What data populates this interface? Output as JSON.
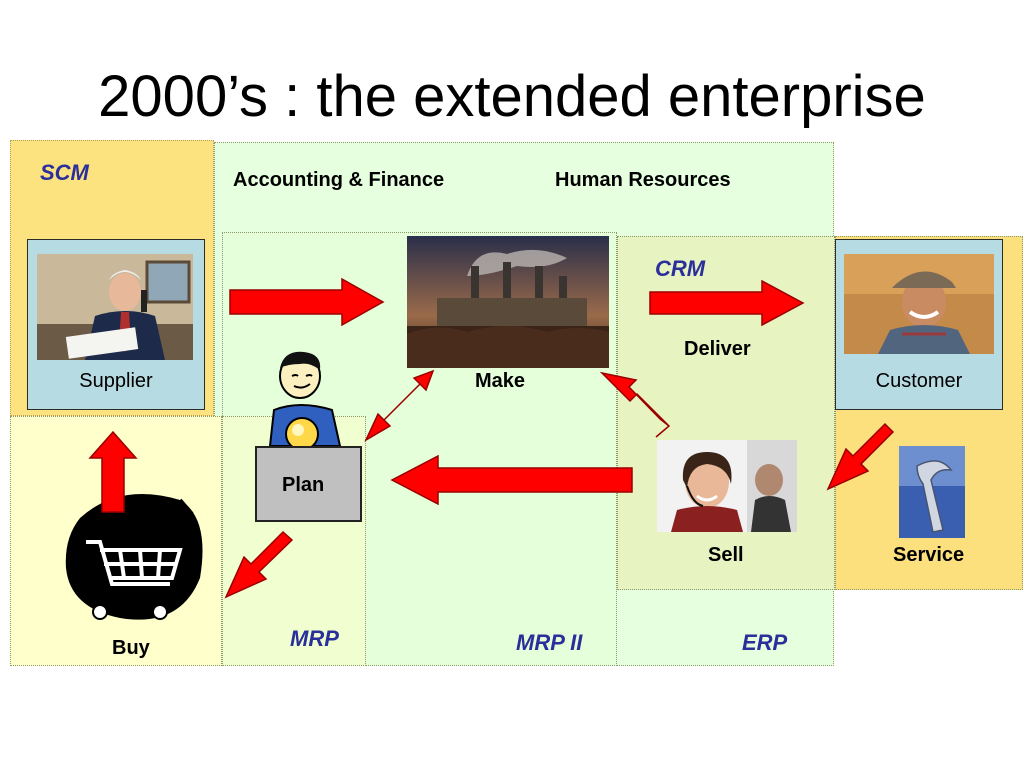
{
  "slide": {
    "title": "2000’s : the extended enterprise"
  },
  "regions": {
    "scm": "SCM",
    "crm": "CRM",
    "mrp": "MRP",
    "mrp2": "MRP II",
    "erp": "ERP"
  },
  "functions": {
    "accounting": "Accounting & Finance",
    "hr": "Human Resources"
  },
  "nodes": {
    "supplier": "Supplier",
    "customer": "Customer",
    "make": "Make",
    "deliver": "Deliver",
    "plan": "Plan",
    "sell": "Sell",
    "service": "Service",
    "buy": "Buy"
  },
  "colors": {
    "scm_fill": "#fde280",
    "buy_fill": "#ffffcc",
    "erp_fill": "#e6ffdf",
    "crm_fill": "#e8f3c2",
    "customer_fill": "#fde07e",
    "card_fill": "#b7dbe2",
    "arrow": "#ff0000",
    "label_blue": "#2a2f9a"
  }
}
